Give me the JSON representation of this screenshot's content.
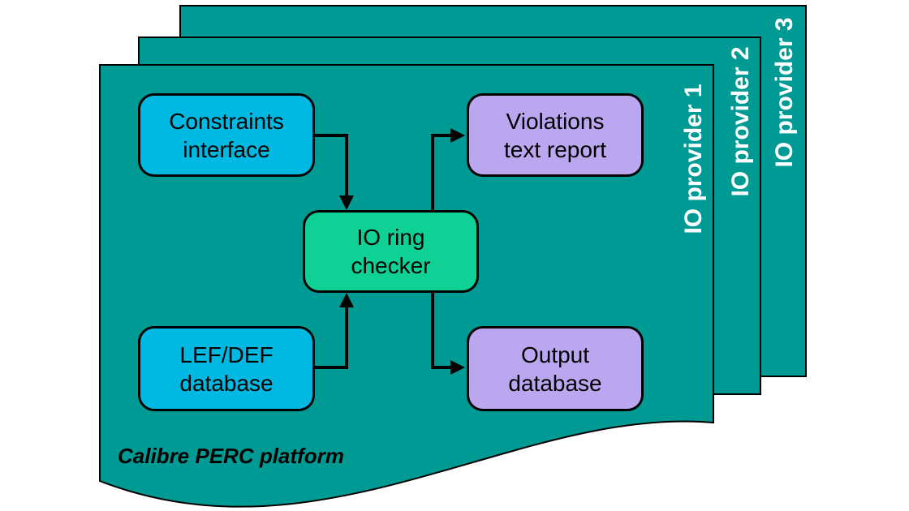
{
  "colors": {
    "panel_teal": "#009A94",
    "node_cyan": "#00B9E2",
    "node_green": "#0FD095",
    "node_purple": "#BBA7F0",
    "outline": "#000000",
    "connector": "#000000",
    "panel_label_text": "#FFFFFF",
    "node_text": "#000000"
  },
  "panels": {
    "provider1": "IO provider 1",
    "provider2": "IO provider 2",
    "provider3": "IO provider 3"
  },
  "platform": {
    "label": "Calibre PERC platform"
  },
  "nodes": {
    "constraints": "Constraints\ninterface",
    "lefdef": "LEF/DEF\ndatabase",
    "checker": "IO ring\nchecker",
    "violations": "Violations\ntext report",
    "output": "Output\ndatabase"
  }
}
